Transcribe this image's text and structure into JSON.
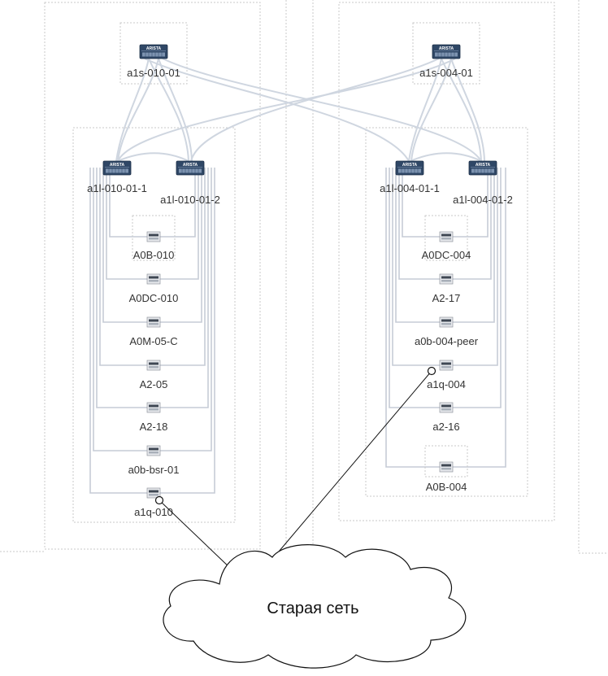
{
  "diagram": {
    "spines": [
      {
        "id": "a1s-010-01",
        "label": "a1s-010-01",
        "brand": "ARISTA"
      },
      {
        "id": "a1s-004-01",
        "label": "a1s-004-01",
        "brand": "ARISTA"
      }
    ],
    "leafs": [
      {
        "id": "a1l-010-01-1",
        "label": "a1l-010-01-1",
        "brand": "ARISTA"
      },
      {
        "id": "a1l-010-01-2",
        "label": "a1l-010-01-2",
        "brand": "ARISTA"
      },
      {
        "id": "a1l-004-01-1",
        "label": "a1l-004-01-1",
        "brand": "ARISTA"
      },
      {
        "id": "a1l-004-01-2",
        "label": "a1l-004-01-2",
        "brand": "ARISTA"
      }
    ],
    "left_devices": [
      "A0B-010",
      "A0DC-010",
      "A0M-05-C",
      "A2-05",
      "A2-18",
      "a0b-bsr-01",
      "a1q-010"
    ],
    "right_devices": [
      "A0DC-004",
      "A2-17",
      "a0b-004-peer",
      "a1q-004",
      "a2-16",
      "A0B-004"
    ],
    "cloud": {
      "label": "Старая сеть"
    }
  }
}
